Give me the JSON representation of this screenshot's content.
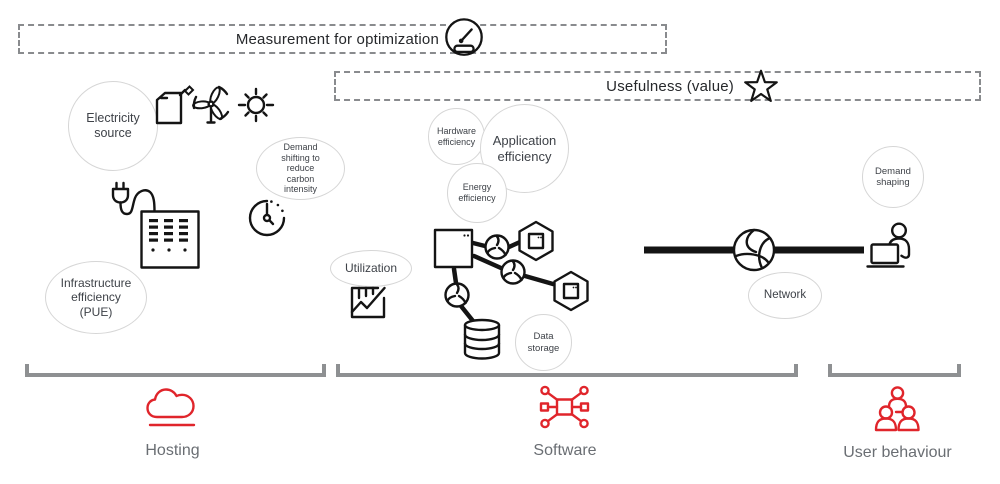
{
  "colors": {
    "accent_red": "#e0252b",
    "bubble_border": "#d6d6d6",
    "bubble_text": "#3e4248",
    "dashed_border": "#898b8e",
    "bracket_gray": "#8e9092",
    "section_label_gray": "#6a6e73",
    "icon_black": "#141414"
  },
  "banners": {
    "measurement": {
      "label": "Measurement for optimization",
      "icon": "gauge-icon"
    },
    "usefulness": {
      "label": "Usefulness (value)",
      "icon": "star-icon"
    }
  },
  "bubbles": {
    "electricity_source": {
      "label": "Electricity\nsource"
    },
    "demand_shifting": {
      "label": "Demand\nshifting to\nreduce\ncarbon\nintensity"
    },
    "infrastructure_efficiency": {
      "label": "Infrastructure\nefficiency\n(PUE)"
    },
    "hardware_efficiency": {
      "label": "Hardware\nefficiency"
    },
    "application_efficiency": {
      "label": "Application\nefficiency"
    },
    "energy_efficiency": {
      "label": "Energy\nefficiency"
    },
    "utilization": {
      "label": "Utilization"
    },
    "data_storage": {
      "label": "Data\nstorage"
    },
    "network": {
      "label": "Network"
    },
    "demand_shaping": {
      "label": "Demand\nshaping"
    }
  },
  "sections": {
    "hosting": {
      "label": "Hosting",
      "icon": "cloud-icon"
    },
    "software": {
      "label": "Software",
      "icon": "software-network-icon"
    },
    "user_behaviour": {
      "label": "User behaviour",
      "icon": "people-icon"
    }
  },
  "icons": [
    "gauge-icon",
    "star-icon",
    "fuel-can-icon",
    "wind-turbine-icon",
    "sun-icon",
    "power-plug-icon",
    "server-icon",
    "clock-icon",
    "utilization-chart-icon",
    "app-window-icon",
    "fan-node-icon",
    "hexagon-container-icon",
    "database-icon",
    "network-globe-icon",
    "person-laptop-icon",
    "cloud-icon",
    "software-network-icon",
    "people-icon"
  ]
}
